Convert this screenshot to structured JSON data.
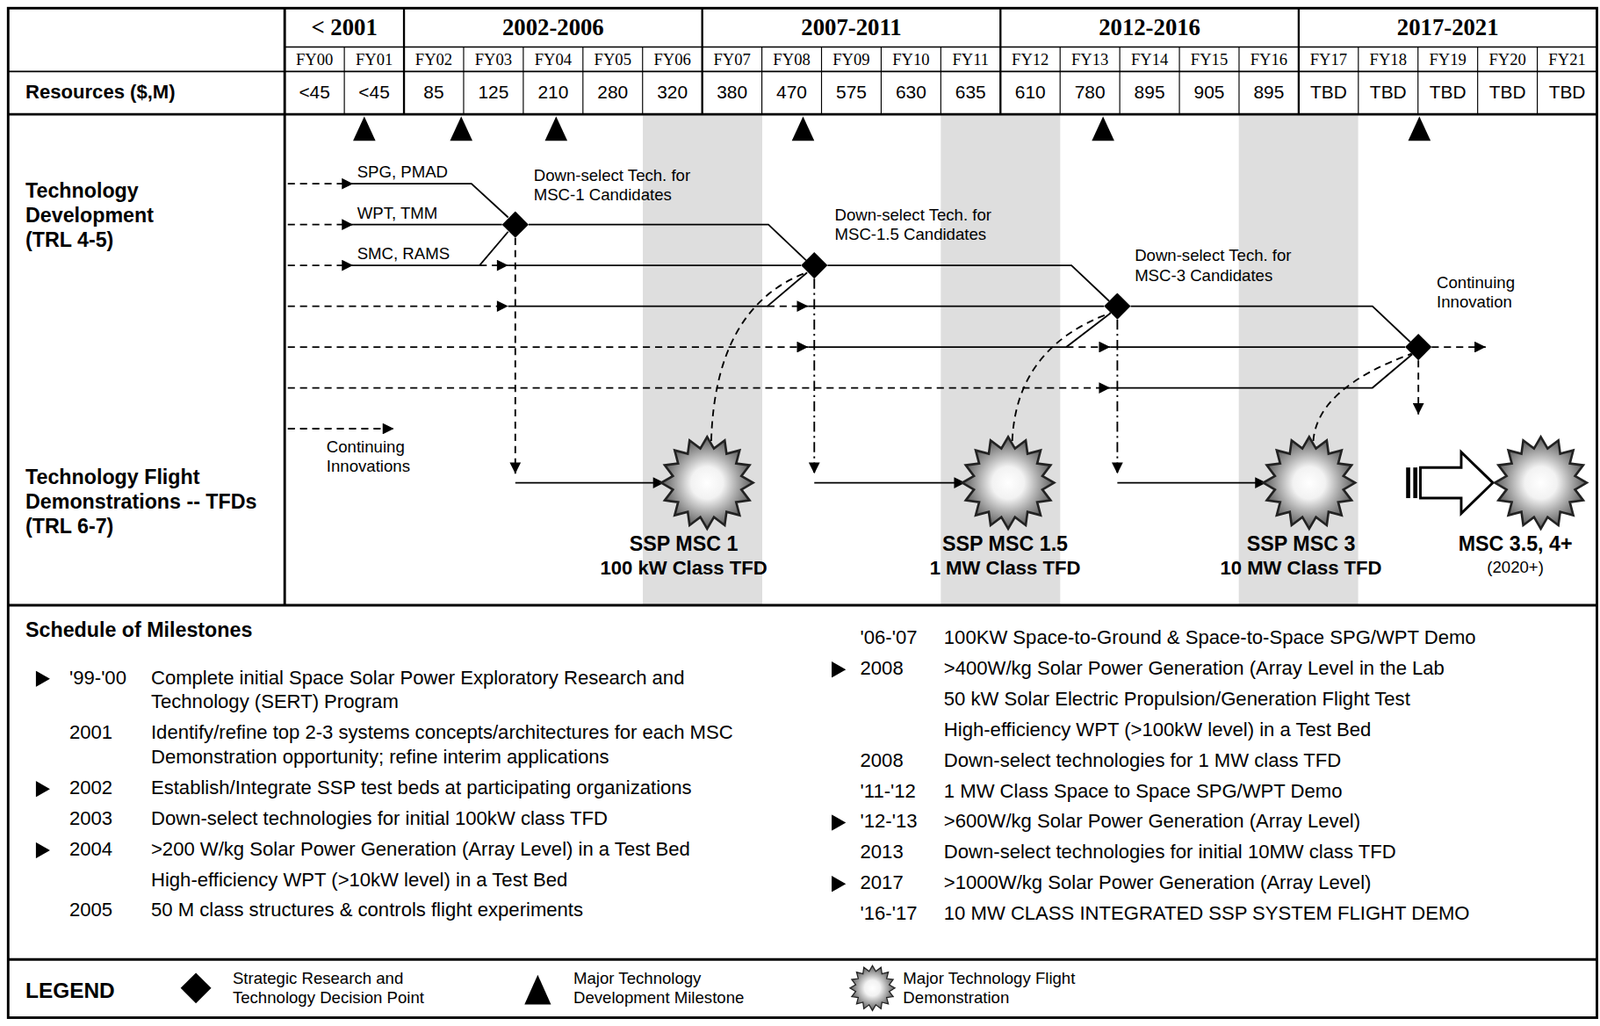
{
  "diagram": {
    "nodes": [
      {
        "text": [
          "Down-select Tech. for MSC-1 Candidates"
        ]
      },
      {
        "text": [
          "Down-select Tech. for MSC-1.5 Candidates"
        ]
      },
      {
        "text": [
          "Down-select Tech. for MSC-3 Candidates"
        ]
      },
      {
        "text": [
          "Continuing Innovation"
        ]
      },
      {
        "text": [
          "SSP MSC 1",
          "100 kW Class TFD"
        ]
      },
      {
        "text": [
          "SSP MSC 1.5",
          "1 MW Class TFD"
        ]
      },
      {
        "text": [
          "SSP MSC 3",
          "10 MW Class TFD"
        ]
      },
      {
        "text": [
          "MSC 3.5, 4+",
          "(2020+)"
        ]
      }
    ],
    "edges": [
      {
        "from": 0,
        "to": 4,
        "arrow": "to"
      },
      {
        "from": 4,
        "to": 1,
        "arrow": "none"
      },
      {
        "from": 0,
        "to": 1,
        "arrow": "none"
      },
      {
        "from": 1,
        "to": 5,
        "arrow": "to"
      },
      {
        "from": 5,
        "to": 2,
        "arrow": "none"
      },
      {
        "from": 1,
        "to": 2,
        "arrow": "none"
      },
      {
        "from": 2,
        "to": 6,
        "arrow": "to"
      },
      {
        "from": 6,
        "to": 3,
        "arrow": "none"
      },
      {
        "from": 2,
        "to": 3,
        "arrow": "none"
      }
    ],
    "labels": [
      "< 2001",
      "2002-2006",
      "2007-2011",
      "2012-2016",
      "2017-2021",
      "FY00",
      "FY01",
      "FY02",
      "FY03",
      "FY04",
      "FY05",
      "FY06",
      "FY07",
      "FY08",
      "FY09",
      "FY10",
      "FY11",
      "FY12",
      "FY13",
      "FY14",
      "FY15",
      "FY16",
      "FY17",
      "FY18",
      "FY19",
      "FY20",
      "FY21",
      "Resources ($,M)",
      "<45",
      "<45",
      "85",
      "125",
      "210",
      "280",
      "320",
      "380",
      "470",
      "575",
      "630",
      "635",
      "610",
      "780",
      "895",
      "905",
      "895",
      "TBD",
      "TBD",
      "TBD",
      "TBD",
      "TBD",
      "Technology Development (TRL 4-5)",
      "SPG, PMAD",
      "WPT, TMM",
      "SMC, RAMS",
      "Continuing Innovations",
      "Technology Flight Demonstrations -- TFDs (TRL 6-7)",
      "Schedule of Milestones",
      "'99-'00",
      "Complete initial Space Solar Power Exploratory Research and Technology (SERT) Program",
      "2001",
      "Identify/refine top 2-3 systems concepts/architectures for each MSC Demonstration opportunity; refine interim applications",
      "2002",
      "Establish/Integrate SSP test beds at participating organizations",
      "2003",
      "Down-select technologies for initial 100kW class TFD",
      "2004",
      ">200 W/kg Solar Power Generation (Array Level) in a Test Bed",
      "High-efficiency WPT (>10kW level) in a Test Bed",
      "2005",
      "50 M class structures & controls flight experiments",
      "'06-'07",
      "100KW Space-to-Ground & Space-to-Space SPG/WPT Demo",
      "2008",
      ">400W/kg Solar Power Generation (Array Level in the Lab",
      "50 kW Solar Electric Propulsion/Generation Flight Test",
      "High-efficiency WPT (>100kW level) in a Test Bed",
      "2008",
      "Down-select technologies for 1 MW class TFD",
      "'11-'12",
      "1 MW Class Space to Space SPG/WPT Demo",
      "'12-'13",
      ">600W/kg Solar Power Generation (Array Level)",
      "2013",
      "Down-select technologies for initial 10MW class TFD",
      "2017",
      ">1000W/kg Solar Power Generation (Array Level)",
      "'16-'17",
      "10 MW CLASS INTEGRATED SSP SYSTEM FLIGHT DEMO",
      "LEGEND"
    ],
    "legend": [
      {
        "text": "Strategic Research and Technology Decision Point"
      },
      {
        "text": "Major Technology Development Milestone"
      },
      {
        "text": "Major Technology Flight Demonstration"
      }
    ]
  }
}
